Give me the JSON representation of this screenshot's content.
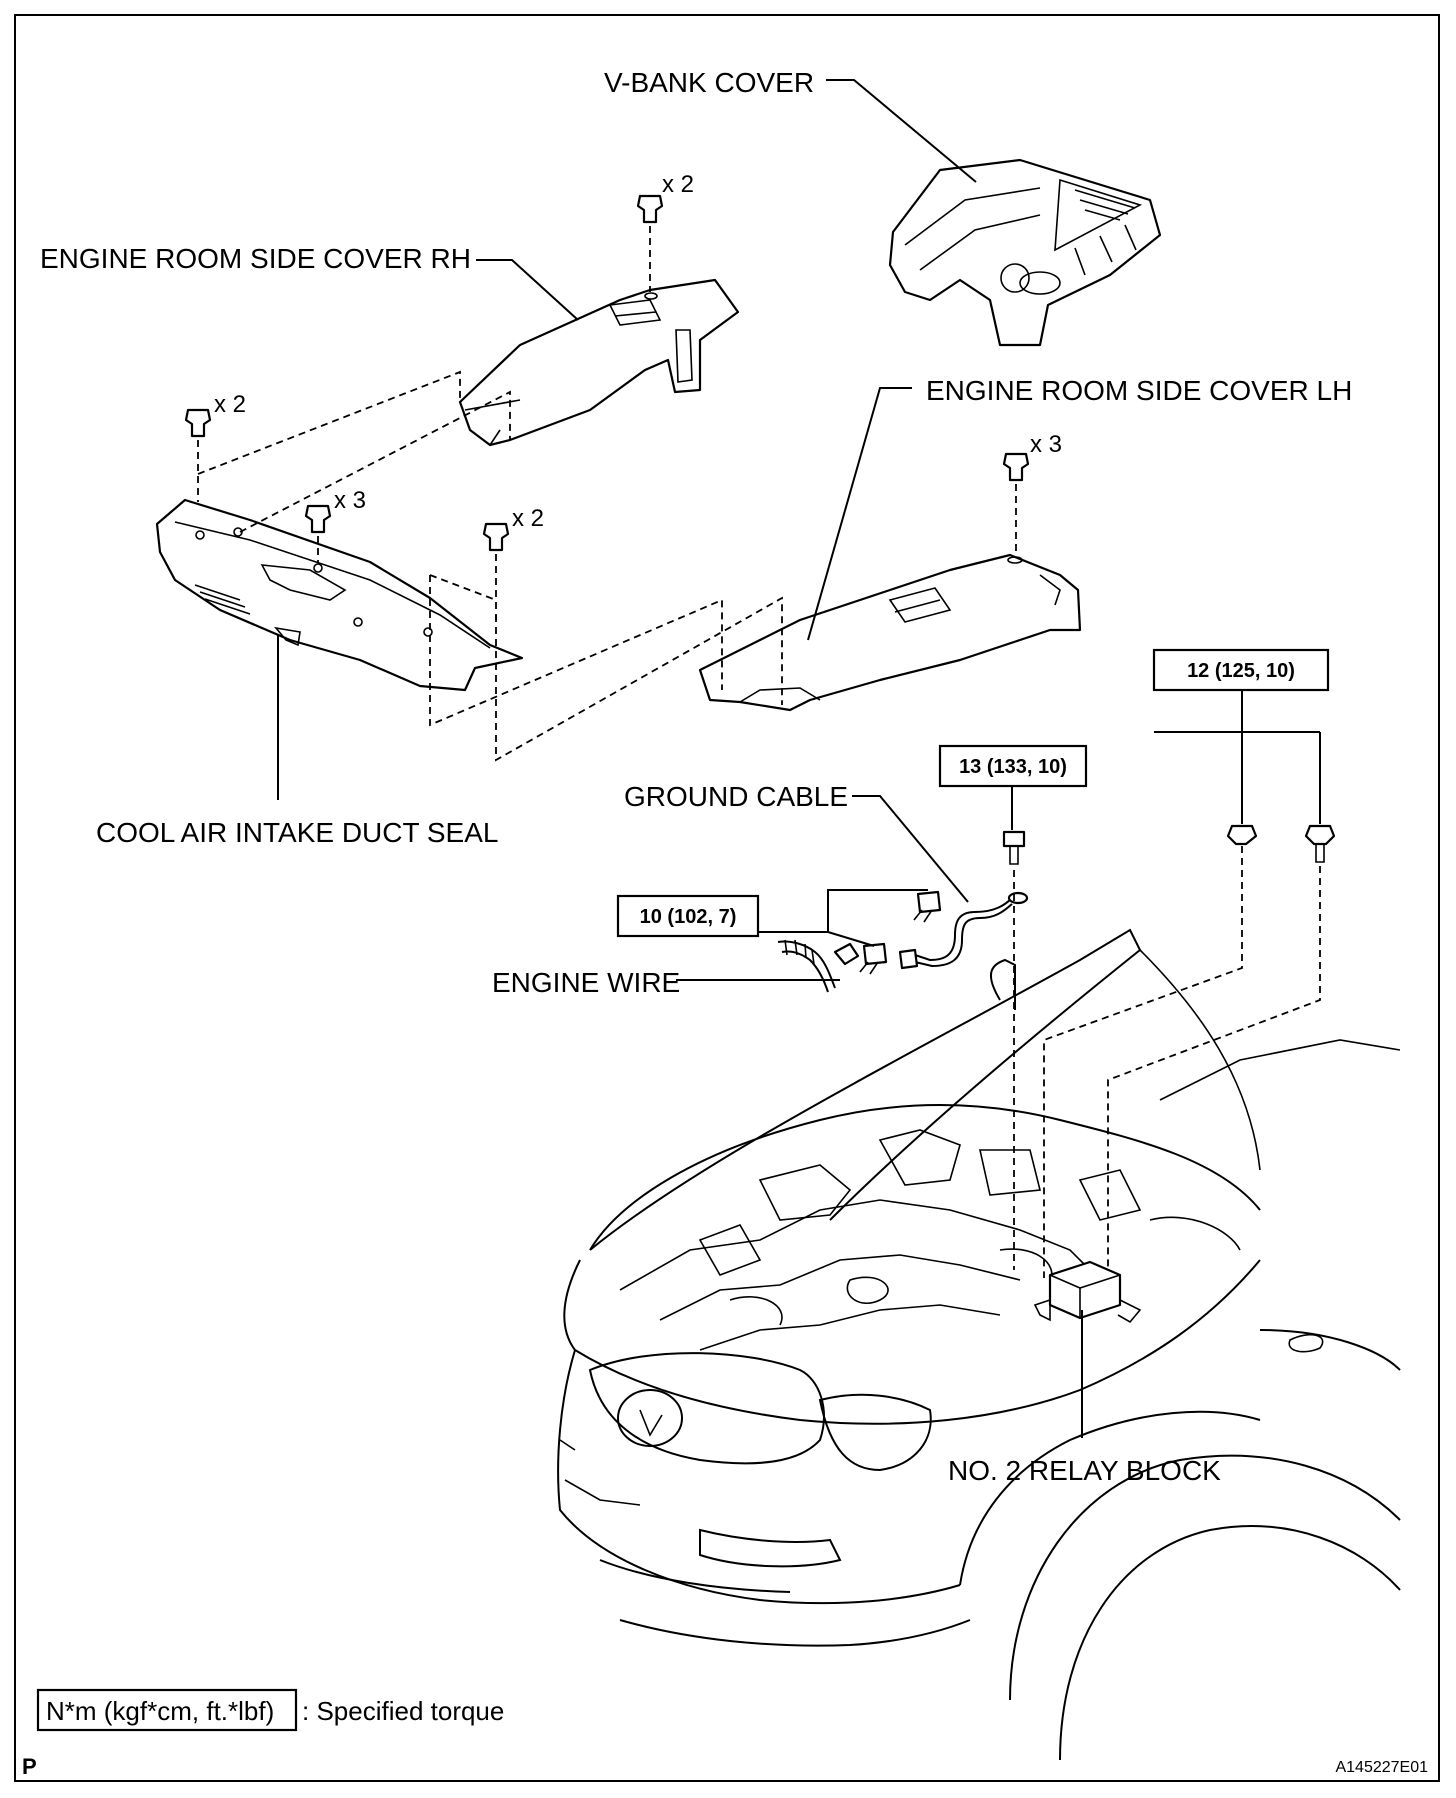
{
  "labels": {
    "v_bank_cover": "V-BANK COVER",
    "side_cover_rh": "ENGINE ROOM SIDE COVER RH",
    "side_cover_lh": "ENGINE ROOM SIDE COVER LH",
    "duct_seal": "COOL AIR INTAKE DUCT SEAL",
    "ground_cable": "GROUND CABLE",
    "engine_wire": "ENGINE WIRE",
    "relay_block": "NO. 2 RELAY BLOCK"
  },
  "quantities": {
    "rh_clips": "x 2",
    "seal_left_clips": "x 2",
    "seal_center_clips": "x 3",
    "seal_right_clips": "x 2",
    "lh_clips": "x 3"
  },
  "torques": {
    "relay_nuts": "12 (125, 10)",
    "ground_bolt": "13 (133, 10)",
    "wire_bolts": "10 (102, 7)"
  },
  "legend": {
    "unit_box": "N*m (kgf*cm, ft.*lbf)",
    "description": ": Specified torque"
  },
  "corner": {
    "left_mark": "P",
    "figure_id": "A145227E01"
  }
}
